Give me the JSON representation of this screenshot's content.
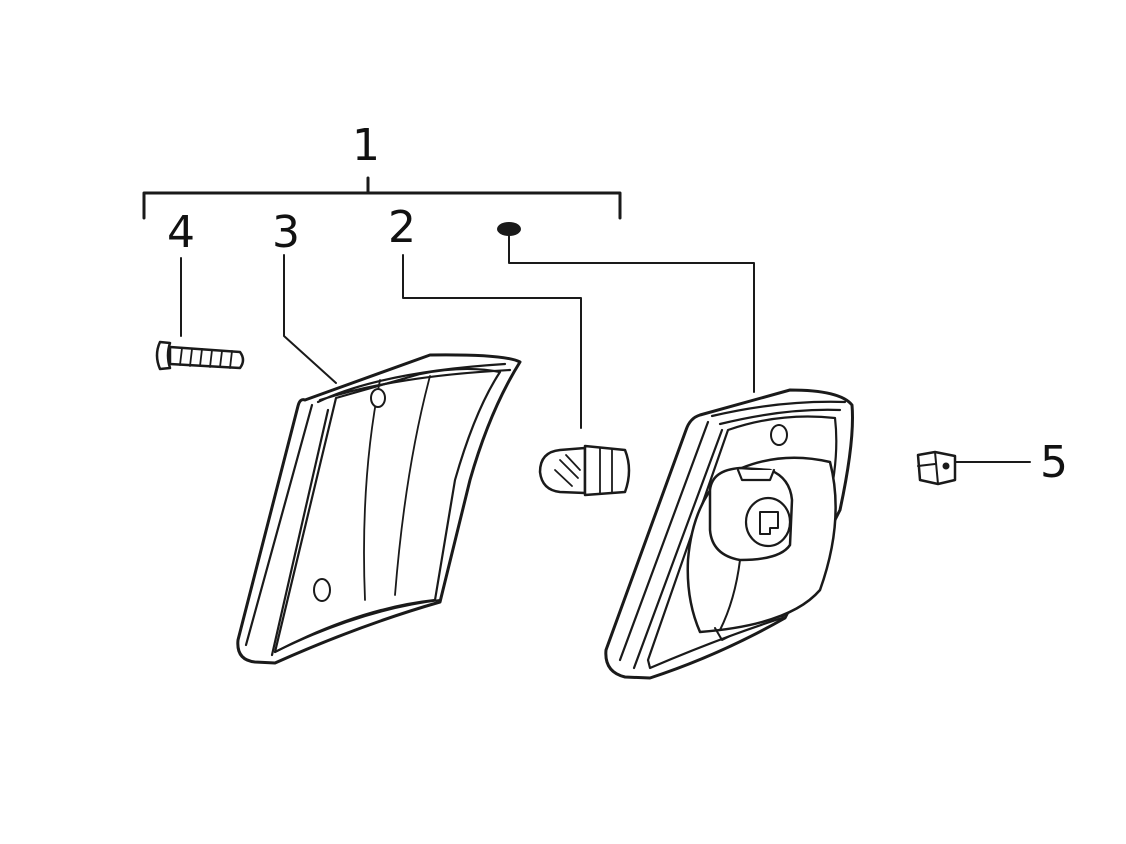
{
  "diagram": {
    "callouts": {
      "assembly": "1",
      "bulb": "2",
      "lens": "3",
      "screw": "4",
      "nut": "5"
    },
    "colors": {
      "ink": "#1a1a1a",
      "background": "#ffffff"
    }
  }
}
